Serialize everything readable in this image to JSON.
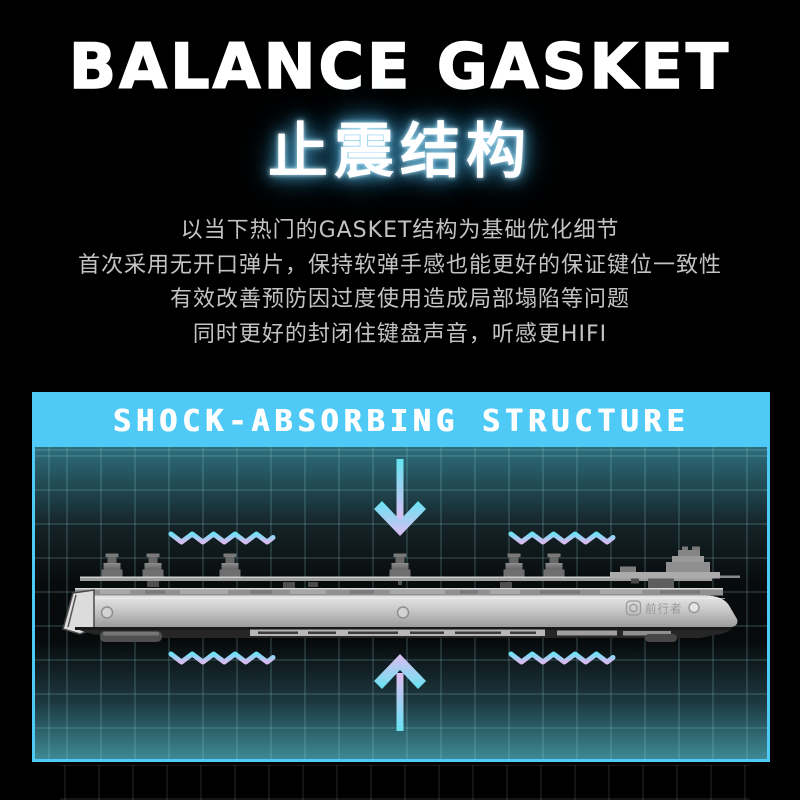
{
  "page": {
    "title": "BALANCE GASKET",
    "subtitle": "止震结构",
    "description": {
      "line1": "以当下热门的GASKET结构为基础优化细节",
      "line2": "首次采用无开口弹片，保持软弹手感也能更好的保证键位一致性",
      "line3": "有效改善预防因过度使用造成局部塌陷等问题",
      "line4": "同时更好的封闭住键盘声音，听感更HIFI"
    },
    "panel": {
      "header": "SHOCK-ABSORBING STRUCTURE",
      "keyboard": {
        "brand_logo": "前行者"
      }
    },
    "colors": {
      "background": "#000000",
      "band_blue": "#4fc9f6",
      "panel_border": "#4fc9f6",
      "panel_teal_top": "#2d6e7c",
      "panel_teal_bottom": "#3d8a96",
      "grid_line": "rgba(151,214,223,0.16)",
      "wave_cyan": "#70e0f6",
      "wave_purple": "#d8bbef",
      "arrow_cyan": "#66e4f2",
      "arrow_purple": "#dfbcf2",
      "subtitle_glow": "#3fa9d8",
      "body_text": "#c3c3c3",
      "keyboard_gray": "#c6c6c6"
    }
  }
}
